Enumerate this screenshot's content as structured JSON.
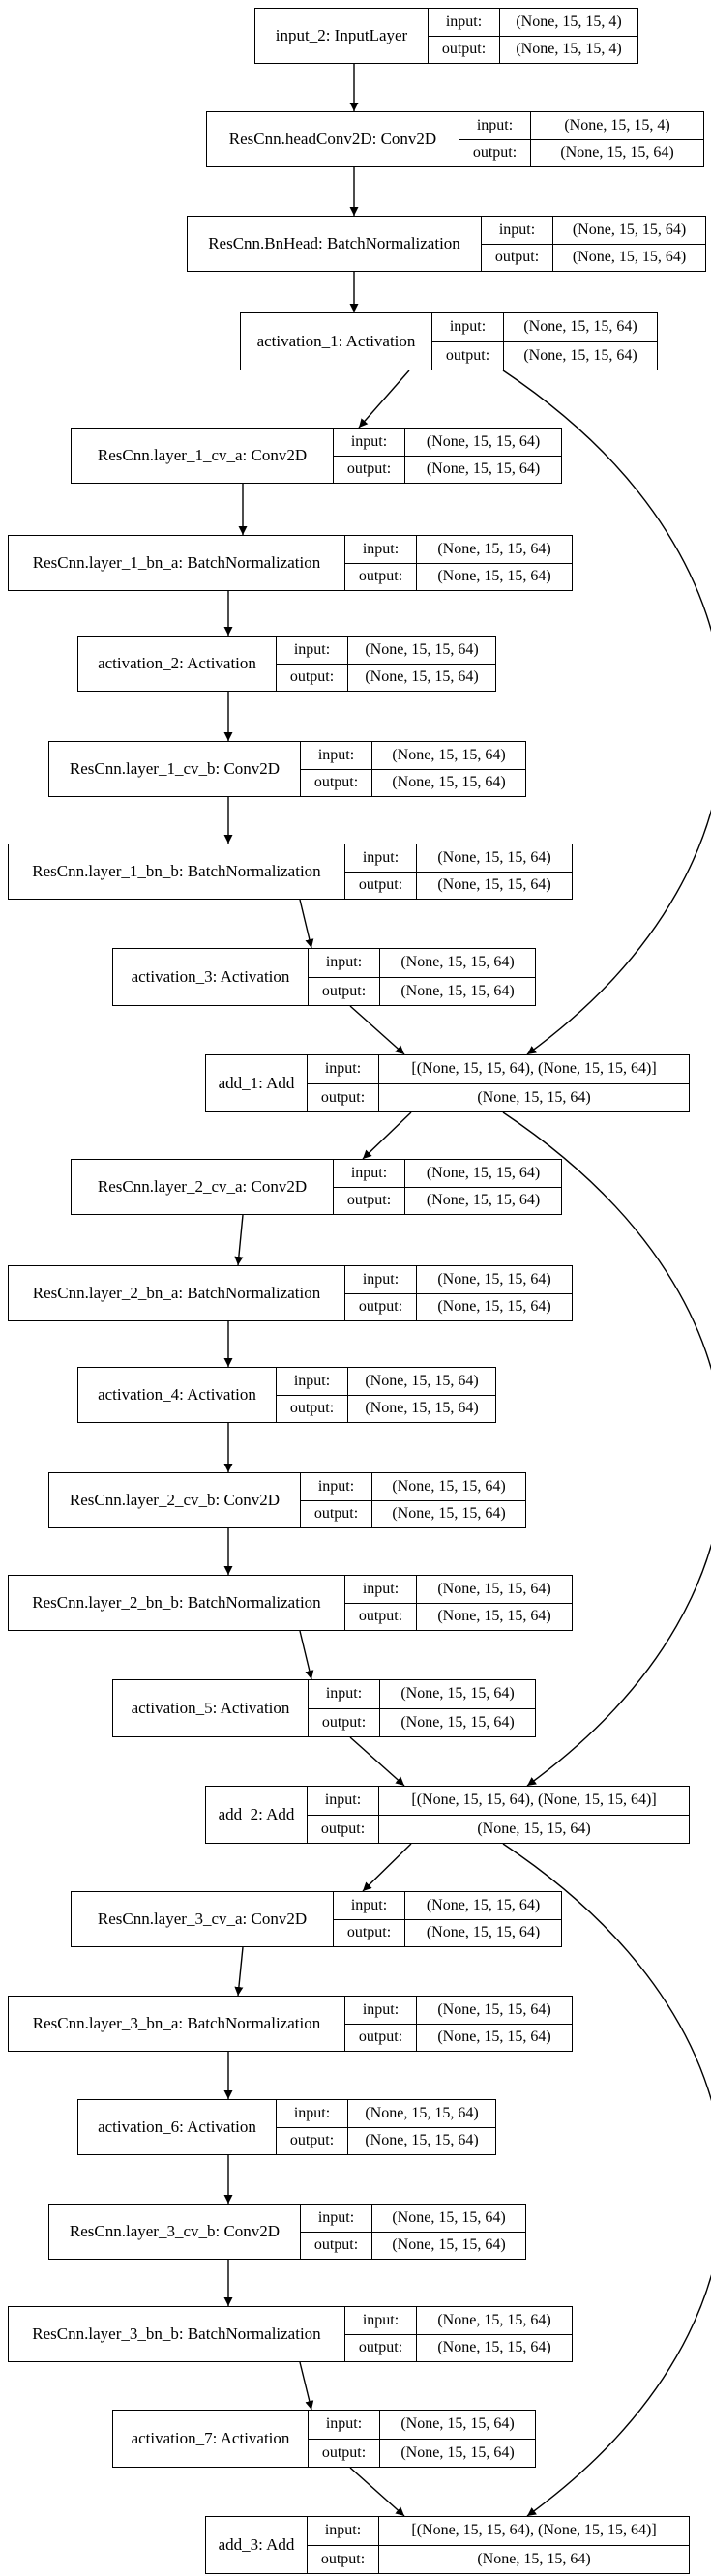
{
  "io_labels": {
    "input": "input:",
    "output": "output:"
  },
  "nodes": [
    {
      "name": "input_2: InputLayer",
      "input": "(None, 15, 15, 4)",
      "output": "(None, 15, 15, 4)"
    },
    {
      "name": "ResCnn.headConv2D: Conv2D",
      "input": "(None, 15, 15, 4)",
      "output": "(None, 15, 15, 64)"
    },
    {
      "name": "ResCnn.BnHead: BatchNormalization",
      "input": "(None, 15, 15, 64)",
      "output": "(None, 15, 15, 64)"
    },
    {
      "name": "activation_1: Activation",
      "input": "(None, 15, 15, 64)",
      "output": "(None, 15, 15, 64)"
    },
    {
      "name": "ResCnn.layer_1_cv_a: Conv2D",
      "input": "(None, 15, 15, 64)",
      "output": "(None, 15, 15, 64)"
    },
    {
      "name": "ResCnn.layer_1_bn_a: BatchNormalization",
      "input": "(None, 15, 15, 64)",
      "output": "(None, 15, 15, 64)"
    },
    {
      "name": "activation_2: Activation",
      "input": "(None, 15, 15, 64)",
      "output": "(None, 15, 15, 64)"
    },
    {
      "name": "ResCnn.layer_1_cv_b: Conv2D",
      "input": "(None, 15, 15, 64)",
      "output": "(None, 15, 15, 64)"
    },
    {
      "name": "ResCnn.layer_1_bn_b: BatchNormalization",
      "input": "(None, 15, 15, 64)",
      "output": "(None, 15, 15, 64)"
    },
    {
      "name": "activation_3: Activation",
      "input": "(None, 15, 15, 64)",
      "output": "(None, 15, 15, 64)"
    },
    {
      "name": "add_1: Add",
      "input": "[(None, 15, 15, 64), (None, 15, 15, 64)]",
      "output": "(None, 15, 15, 64)"
    },
    {
      "name": "ResCnn.layer_2_cv_a: Conv2D",
      "input": "(None, 15, 15, 64)",
      "output": "(None, 15, 15, 64)"
    },
    {
      "name": "ResCnn.layer_2_bn_a: BatchNormalization",
      "input": "(None, 15, 15, 64)",
      "output": "(None, 15, 15, 64)"
    },
    {
      "name": "activation_4: Activation",
      "input": "(None, 15, 15, 64)",
      "output": "(None, 15, 15, 64)"
    },
    {
      "name": "ResCnn.layer_2_cv_b: Conv2D",
      "input": "(None, 15, 15, 64)",
      "output": "(None, 15, 15, 64)"
    },
    {
      "name": "ResCnn.layer_2_bn_b: BatchNormalization",
      "input": "(None, 15, 15, 64)",
      "output": "(None, 15, 15, 64)"
    },
    {
      "name": "activation_5: Activation",
      "input": "(None, 15, 15, 64)",
      "output": "(None, 15, 15, 64)"
    },
    {
      "name": "add_2: Add",
      "input": "[(None, 15, 15, 64), (None, 15, 15, 64)]",
      "output": "(None, 15, 15, 64)"
    },
    {
      "name": "ResCnn.layer_3_cv_a: Conv2D",
      "input": "(None, 15, 15, 64)",
      "output": "(None, 15, 15, 64)"
    },
    {
      "name": "ResCnn.layer_3_bn_a: BatchNormalization",
      "input": "(None, 15, 15, 64)",
      "output": "(None, 15, 15, 64)"
    },
    {
      "name": "activation_6: Activation",
      "input": "(None, 15, 15, 64)",
      "output": "(None, 15, 15, 64)"
    },
    {
      "name": "ResCnn.layer_3_cv_b: Conv2D",
      "input": "(None, 15, 15, 64)",
      "output": "(None, 15, 15, 64)"
    },
    {
      "name": "ResCnn.layer_3_bn_b: BatchNormalization",
      "input": "(None, 15, 15, 64)",
      "output": "(None, 15, 15, 64)"
    },
    {
      "name": "activation_7: Activation",
      "input": "(None, 15, 15, 64)",
      "output": "(None, 15, 15, 64)"
    },
    {
      "name": "add_3: Add",
      "input": "[(None, 15, 15, 64), (None, 15, 15, 64)]",
      "output": "(None, 15, 15, 64)"
    }
  ],
  "edges": [
    [
      0,
      1
    ],
    [
      1,
      2
    ],
    [
      2,
      3
    ],
    [
      3,
      4
    ],
    [
      3,
      10
    ],
    [
      4,
      5
    ],
    [
      5,
      6
    ],
    [
      6,
      7
    ],
    [
      7,
      8
    ],
    [
      8,
      9
    ],
    [
      9,
      10
    ],
    [
      10,
      11
    ],
    [
      10,
      17
    ],
    [
      11,
      12
    ],
    [
      12,
      13
    ],
    [
      13,
      14
    ],
    [
      14,
      15
    ],
    [
      15,
      16
    ],
    [
      16,
      17
    ],
    [
      17,
      18
    ],
    [
      17,
      24
    ],
    [
      18,
      19
    ],
    [
      19,
      20
    ],
    [
      20,
      21
    ],
    [
      21,
      22
    ],
    [
      22,
      23
    ],
    [
      23,
      24
    ]
  ]
}
